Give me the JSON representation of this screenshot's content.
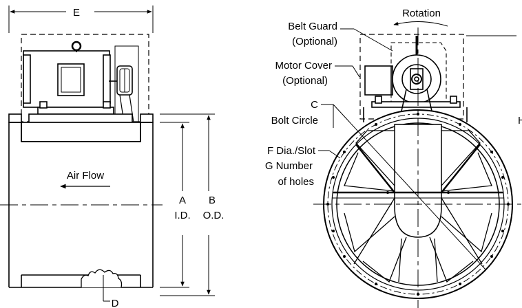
{
  "labels": {
    "e": "E",
    "belt_guard_1": "Belt Guard",
    "belt_guard_2": "(Optional)",
    "rotation": "Rotation",
    "motor_cover_1": "Motor Cover",
    "motor_cover_2": "(Optional)",
    "c": "C",
    "bolt_circle": "Bolt Circle",
    "h": "H",
    "f_slot": "F Dia./Slot",
    "g_number": "G Number",
    "of_holes": "of holes",
    "air_flow": "Air Flow",
    "a": "A",
    "id": "I.D.",
    "b": "B",
    "od": "O.D.",
    "d": "D"
  }
}
